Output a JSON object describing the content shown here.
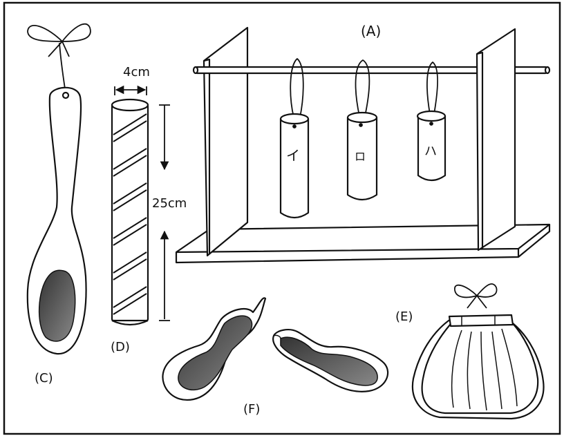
{
  "labels": {
    "a": "(A)",
    "c": "(C)",
    "d": "(D)",
    "e": "(E)",
    "f": "(F)"
  },
  "tags": {
    "i": "イ",
    "ro": "ロ",
    "ha": "ハ"
  },
  "dimensions": {
    "width": "4cm",
    "length": "25cm"
  }
}
